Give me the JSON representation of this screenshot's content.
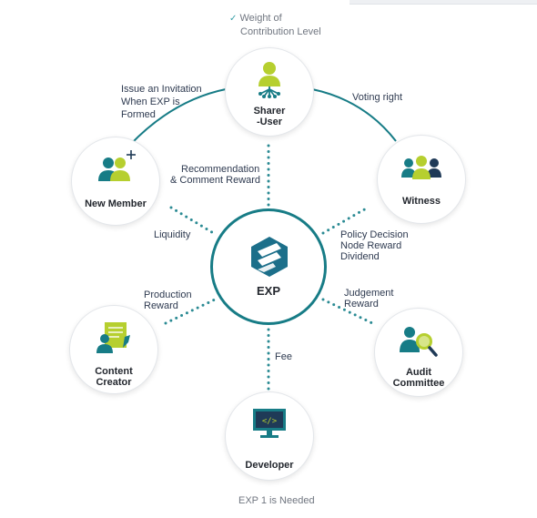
{
  "center": {
    "label": "EXP"
  },
  "nodes": {
    "sharer": {
      "label_1": "Sharer",
      "label_2": "-User",
      "icon": "person-network-icon"
    },
    "new_member": {
      "label": "New Member",
      "icon": "two-people-plus-icon"
    },
    "witness": {
      "label": "Witness",
      "icon": "three-people-icon"
    },
    "content_creator": {
      "label_1": "Content",
      "label_2": "Creator",
      "icon": "person-with-document-icon"
    },
    "audit": {
      "label_1": "Audit",
      "label_2": "Committee",
      "icon": "person-magnifier-icon"
    },
    "developer": {
      "label": "Developer",
      "icon": "code-monitor-icon"
    }
  },
  "annotations": {
    "weight_1": "Weight of",
    "weight_2": "Contribution Level",
    "invite_1": "Issue an Invitation",
    "invite_2": "When EXP is",
    "invite_3": "Formed",
    "voting": "Voting right",
    "recommend_1": "Recommendation",
    "recommend_2": "& Comment Reward",
    "liquidity": "Liquidity",
    "policy_1": "Policy Decision",
    "policy_2": "Node Reward",
    "policy_3": "Dividend",
    "production_1": "Production",
    "production_2": "Reward",
    "judgement_1": "Judgement",
    "judgement_2": "Reward",
    "fee": "Fee",
    "exp_needed": "EXP 1 is Needed"
  },
  "colors": {
    "teal": "#177c86",
    "lime": "#b6cf2f",
    "navy": "#1f3a57",
    "dots": "#2a8a93"
  }
}
